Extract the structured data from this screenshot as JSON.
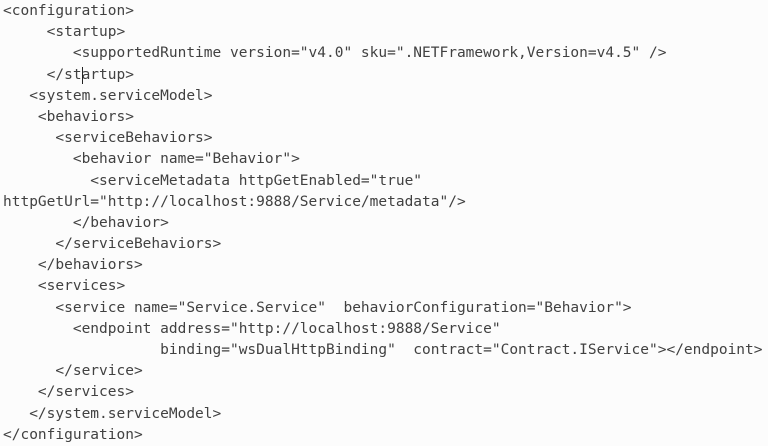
{
  "editor": {
    "type": "code-editor",
    "language": "xml",
    "file_kind": "app.config",
    "colors": {
      "background": "#fcfcfc",
      "text": "#414141",
      "caret": "#222222"
    },
    "cursor": {
      "line": 3,
      "column": 9
    },
    "lines": [
      "<configuration>",
      "     <startup>",
      "        <supportedRuntime version=\"v4.0\" sku=\".NETFramework,Version=v4.5\" />",
      "     </startup>",
      "   <system.serviceModel>",
      "    <behaviors>",
      "      <serviceBehaviors>",
      "        <behavior name=\"Behavior\">",
      "          <serviceMetadata httpGetEnabled=\"true\"",
      "httpGetUrl=\"http://localhost:9888/Service/metadata\"/>",
      "        </behavior>",
      "      </serviceBehaviors>",
      "    </behaviors>",
      "    <services>",
      "      <service name=\"Service.Service\"  behaviorConfiguration=\"Behavior\">",
      "        <endpoint address=\"http://localhost:9888/Service\"",
      "                  binding=\"wsDualHttpBinding\"  contract=\"Contract.IService\"></endpoint>",
      "      </service>",
      "    </services>",
      "   </system.serviceModel>",
      "</configuration>"
    ]
  }
}
